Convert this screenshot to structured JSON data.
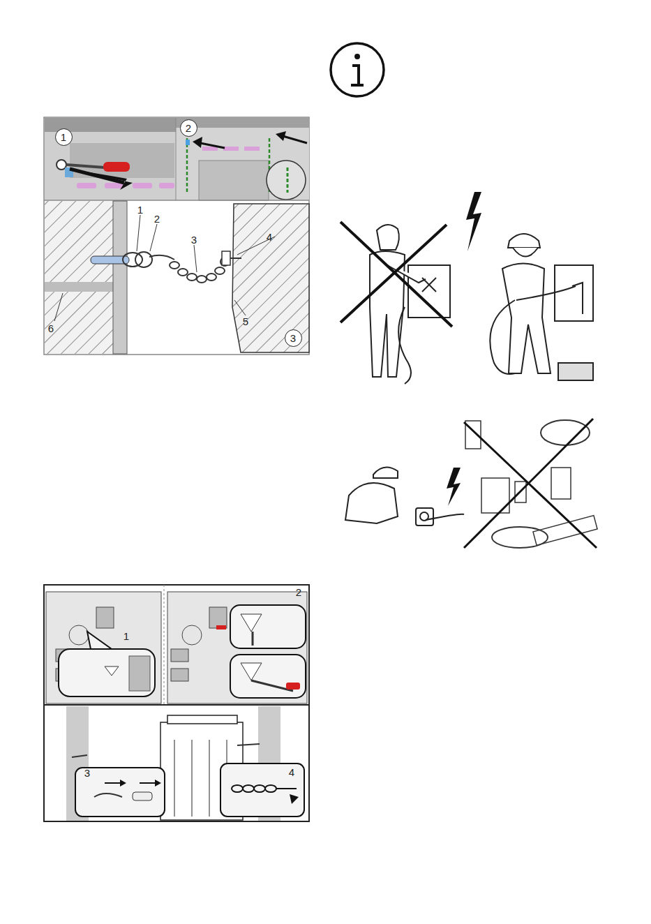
{
  "diagram": {
    "nodes": [
      {
        "text": [
          "1"
        ]
      },
      {
        "text": [
          "2"
        ]
      },
      {
        "text": [
          "3"
        ]
      }
    ],
    "labels": [
      "1",
      "2",
      "3",
      "4",
      "5",
      "6",
      "1",
      "2",
      "3",
      "4"
    ]
  }
}
